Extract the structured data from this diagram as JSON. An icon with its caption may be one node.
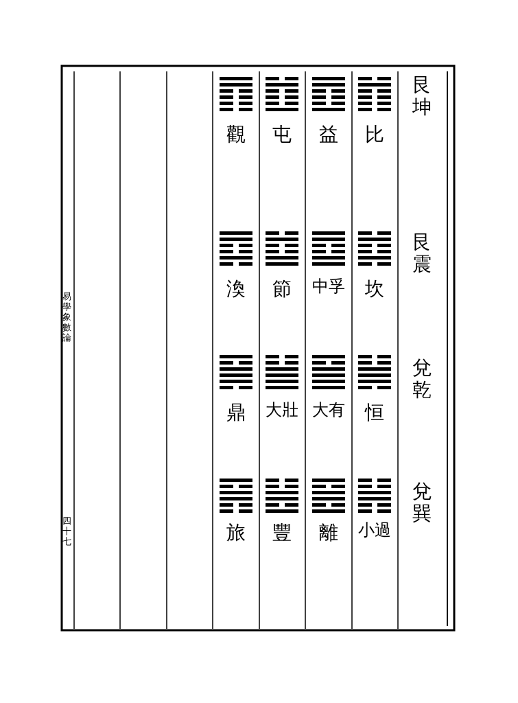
{
  "diagram": {
    "labels": [
      "艮坤",
      "艮震",
      "兌乾",
      "兌巽",
      "比",
      "坎",
      "恒",
      "小過",
      "益",
      "中孚",
      "大有",
      "離",
      "屯",
      "節",
      "大壯",
      "豐",
      "觀",
      "渙",
      "鼎",
      "旅",
      "易學象數論",
      "四十七"
    ]
  }
}
